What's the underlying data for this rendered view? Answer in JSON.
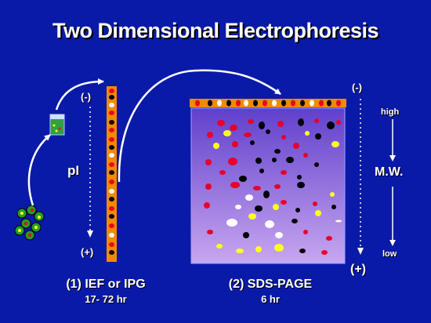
{
  "title": "Two Dimensional Electrophoresis",
  "ief": {
    "minus": "(-)",
    "plus": "(+)",
    "axis": "pI",
    "caption": "(1) IEF or IPG",
    "time": "17- 72 hr"
  },
  "sds": {
    "minus": "(-)",
    "plus": "(+)",
    "caption": "(2) SDS-PAGE",
    "time": "6 hr"
  },
  "mw": {
    "high": "high",
    "label": "M.W.",
    "low": "low"
  },
  "colors": {
    "background": "#0a1aa8",
    "strip": "#f08a00",
    "gel_top": "#6040cc",
    "gel_bottom": "#c8a6f0",
    "spot_red": "#e8002a",
    "spot_black": "#000000",
    "spot_yellow": "#ffff20",
    "spot_white": "#ffffff",
    "text": "#ffffff"
  }
}
